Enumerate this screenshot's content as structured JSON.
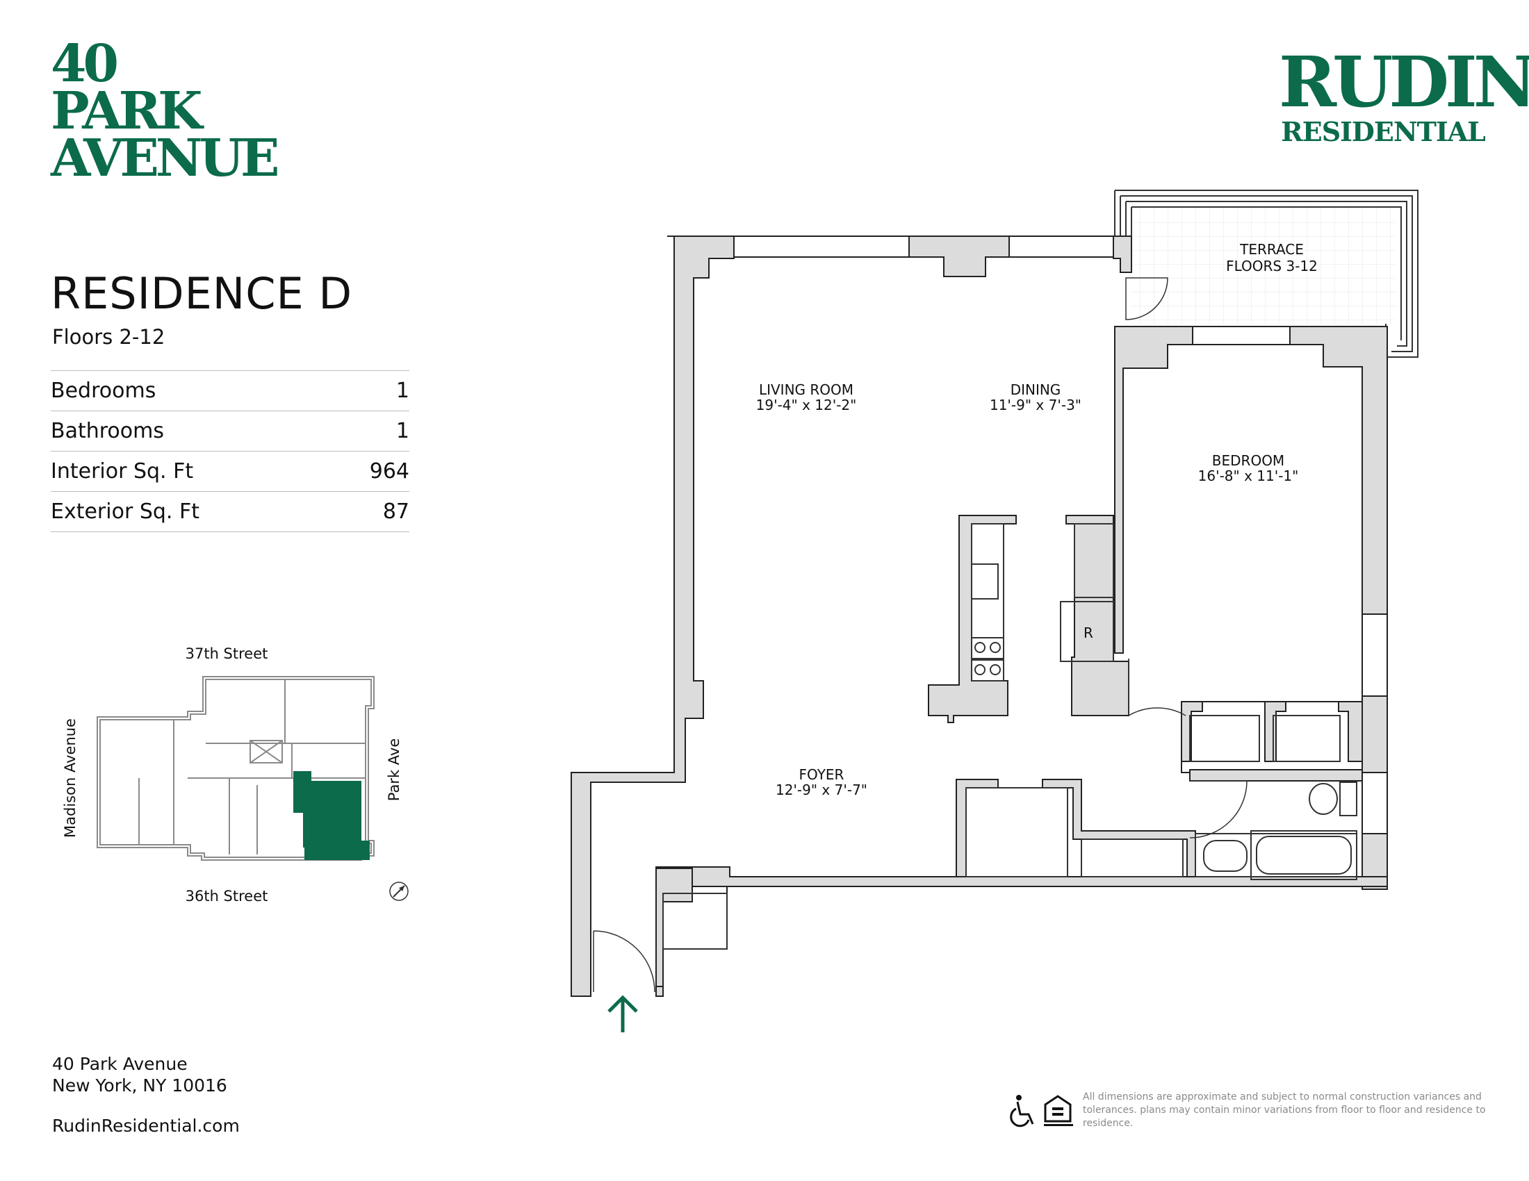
{
  "building": {
    "line1": "40",
    "line2": "PARK",
    "line3": "AVENUE"
  },
  "brand": {
    "line1": "RUDIN",
    "line2": "RESIDENTIAL"
  },
  "residence": {
    "title": "RESIDENCE D",
    "floors": "Floors 2-12",
    "specs": [
      {
        "label": "Bedrooms",
        "value": "1"
      },
      {
        "label": "Bathrooms",
        "value": "1"
      },
      {
        "label": "Interior Sq. Ft",
        "value": "964"
      },
      {
        "label": "Exterior Sq. Ft",
        "value": "87"
      }
    ]
  },
  "rooms": {
    "living": {
      "name": "LIVING ROOM",
      "dims": "19'-4\" x 12'-2\""
    },
    "dining": {
      "name": "DINING",
      "dims": "11'-9\" x 7'-3\""
    },
    "bedroom": {
      "name": "BEDROOM",
      "dims": "16'-8\" x 11'-1\""
    },
    "foyer": {
      "name": "FOYER",
      "dims": "12'-9\" x 7'-7\""
    },
    "terrace": {
      "name": "TERRACE",
      "floors": "FLOORS 3-12"
    },
    "refrigerator": "R"
  },
  "keyplan": {
    "north_street": "37th Street",
    "south_street": "36th Street",
    "west_street": "Madison Avenue",
    "east_street": "Park Ave"
  },
  "address": {
    "line1": "40 Park Avenue",
    "line2": "New York, NY 10016"
  },
  "website": "RudinResidential.com",
  "disclaimer": "All dimensions are approximate and subject to normal construction variances and tolerances. plans may contain minor variations from floor to floor and residence to residence.",
  "colors": {
    "brand": "#0b6b4a",
    "wall": "#dcdcdc",
    "stroke": "#222222"
  },
  "icons": [
    "accessibility-icon",
    "equal-housing-icon",
    "entry-arrow-icon",
    "compass-icon"
  ]
}
